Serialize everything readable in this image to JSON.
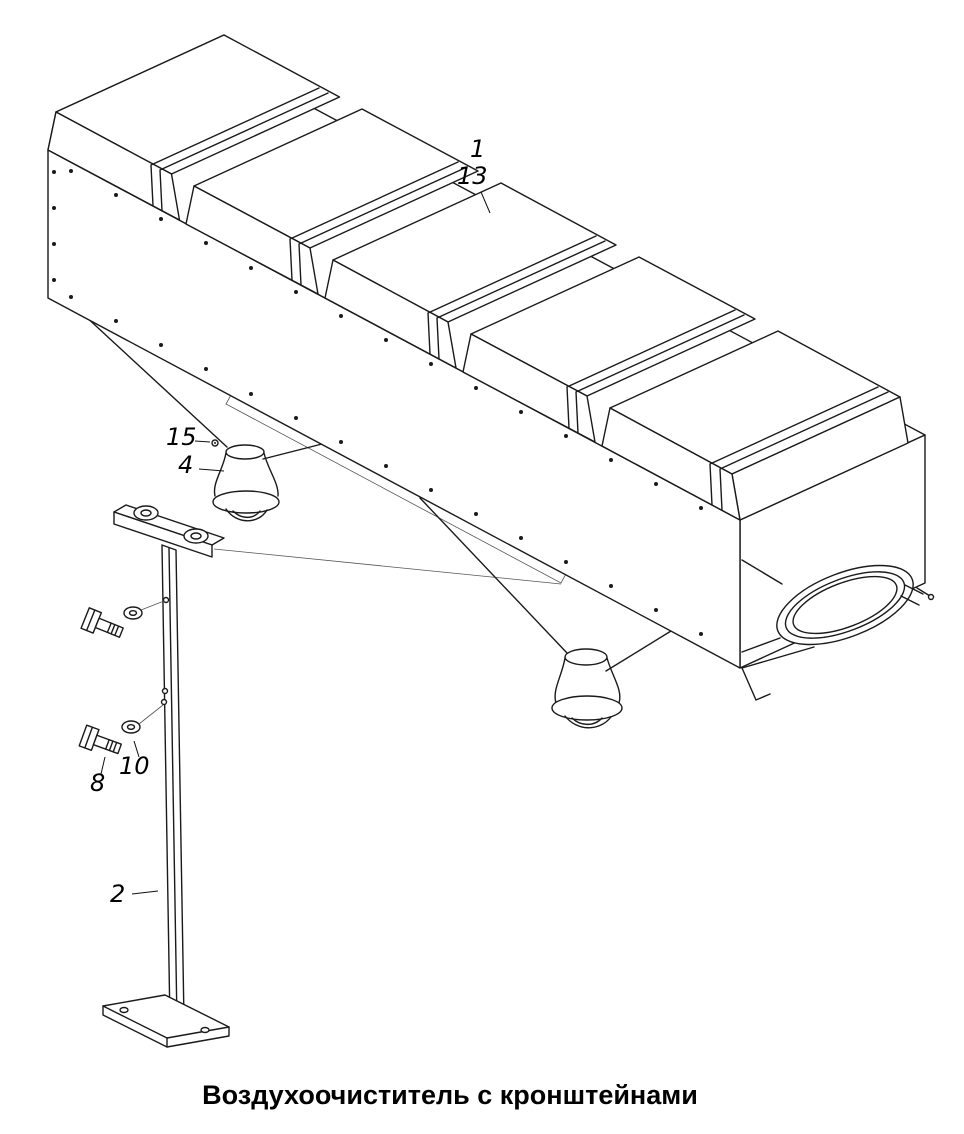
{
  "title": "Воздухоочиститель с кронштейнами",
  "labels": [
    {
      "part": "1",
      "text": "1"
    },
    {
      "part": "13",
      "text": "13"
    },
    {
      "part": "15",
      "text": "15"
    },
    {
      "part": "4",
      "text": "4"
    },
    {
      "part": "8",
      "text": "8"
    },
    {
      "part": "10",
      "text": "10"
    },
    {
      "part": "2",
      "text": "2"
    }
  ]
}
